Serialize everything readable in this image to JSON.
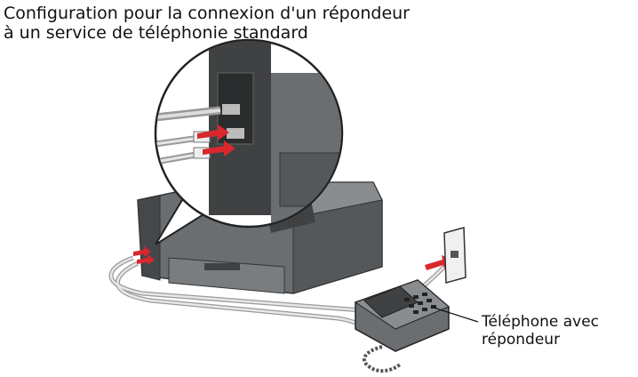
{
  "title": {
    "line1": "Configuration pour la connexion d'un répondeur",
    "line2": "à un service de téléphonie standard"
  },
  "callout": {
    "line1": "Téléphone avec",
    "line2": "répondeur"
  },
  "colors": {
    "arrow": "#d9272e",
    "printer": "#6b6e71",
    "printer_dark": "#3f4143",
    "cable": "#c8c8c8"
  }
}
